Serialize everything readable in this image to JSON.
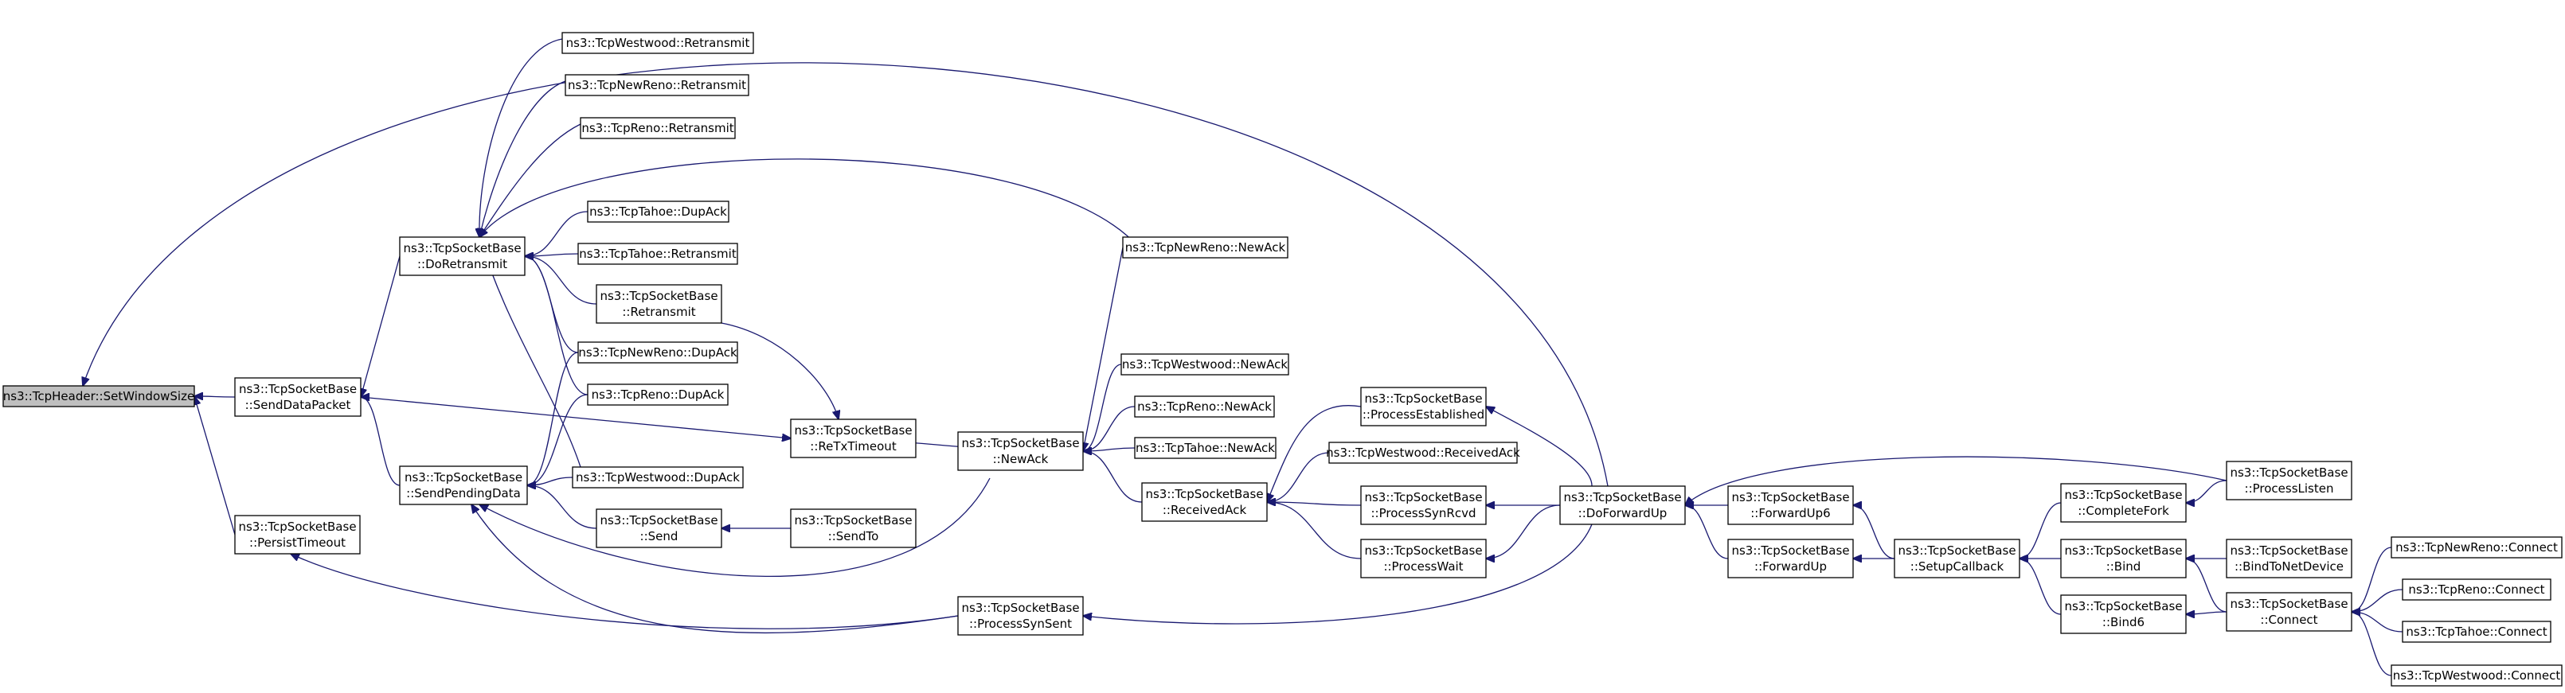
{
  "diagram": {
    "type": "caller-graph",
    "root": "n0",
    "edge_color": "#191970",
    "root_fill": "#bfbfbf",
    "nodes": [
      {
        "id": "n0",
        "lines": [
          "ns3::TcpHeader::SetWindowSize"
        ],
        "root": true
      },
      {
        "id": "n1",
        "lines": [
          "ns3::TcpSocketBase",
          "::SendDataPacket"
        ]
      },
      {
        "id": "n2",
        "lines": [
          "ns3::TcpSocketBase",
          "::PersistTimeout"
        ]
      },
      {
        "id": "n3",
        "lines": [
          "ns3::TcpSocketBase",
          "::DoRetransmit"
        ]
      },
      {
        "id": "n4",
        "lines": [
          "ns3::TcpSocketBase",
          "::SendPendingData"
        ]
      },
      {
        "id": "n5",
        "lines": [
          "ns3::TcpWestwood::Retransmit"
        ]
      },
      {
        "id": "n6",
        "lines": [
          "ns3::TcpNewReno::Retransmit"
        ]
      },
      {
        "id": "n7",
        "lines": [
          "ns3::TcpReno::Retransmit"
        ]
      },
      {
        "id": "n8",
        "lines": [
          "ns3::TcpTahoe::DupAck"
        ]
      },
      {
        "id": "n9",
        "lines": [
          "ns3::TcpTahoe::Retransmit"
        ]
      },
      {
        "id": "n10",
        "lines": [
          "ns3::TcpSocketBase",
          "::Retransmit"
        ]
      },
      {
        "id": "n11",
        "lines": [
          "ns3::TcpNewReno::DupAck"
        ]
      },
      {
        "id": "n12",
        "lines": [
          "ns3::TcpReno::DupAck"
        ]
      },
      {
        "id": "n13",
        "lines": [
          "ns3::TcpWestwood::DupAck"
        ]
      },
      {
        "id": "n14",
        "lines": [
          "ns3::TcpSocketBase",
          "::Send"
        ]
      },
      {
        "id": "n15",
        "lines": [
          "ns3::TcpSocketBase",
          "::SendTo"
        ]
      },
      {
        "id": "n16",
        "lines": [
          "ns3::TcpSocketBase",
          "::ReTxTimeout"
        ]
      },
      {
        "id": "n17",
        "lines": [
          "ns3::TcpSocketBase",
          "::NewAck"
        ]
      },
      {
        "id": "n18",
        "lines": [
          "ns3::TcpNewReno::NewAck"
        ]
      },
      {
        "id": "n19",
        "lines": [
          "ns3::TcpWestwood::NewAck"
        ]
      },
      {
        "id": "n20",
        "lines": [
          "ns3::TcpReno::NewAck"
        ]
      },
      {
        "id": "n21",
        "lines": [
          "ns3::TcpTahoe::NewAck"
        ]
      },
      {
        "id": "n22",
        "lines": [
          "ns3::TcpSocketBase",
          "::ReceivedAck"
        ]
      },
      {
        "id": "n23",
        "lines": [
          "ns3::TcpSocketBase",
          "::ProcessSynSent"
        ]
      },
      {
        "id": "n24",
        "lines": [
          "ns3::TcpSocketBase",
          "::ProcessEstablished"
        ]
      },
      {
        "id": "n25",
        "lines": [
          "ns3::TcpWestwood::ReceivedAck"
        ]
      },
      {
        "id": "n26",
        "lines": [
          "ns3::TcpSocketBase",
          "::ProcessSynRcvd"
        ]
      },
      {
        "id": "n27",
        "lines": [
          "ns3::TcpSocketBase",
          "::ProcessWait"
        ]
      },
      {
        "id": "n28",
        "lines": [
          "ns3::TcpSocketBase",
          "::DoForwardUp"
        ]
      },
      {
        "id": "n29",
        "lines": [
          "ns3::TcpSocketBase",
          "::ForwardUp6"
        ]
      },
      {
        "id": "n30",
        "lines": [
          "ns3::TcpSocketBase",
          "::ForwardUp"
        ]
      },
      {
        "id": "n31",
        "lines": [
          "ns3::TcpSocketBase",
          "::SetupCallback"
        ]
      },
      {
        "id": "n32",
        "lines": [
          "ns3::TcpSocketBase",
          "::CompleteFork"
        ]
      },
      {
        "id": "n33",
        "lines": [
          "ns3::TcpSocketBase",
          "::Bind"
        ]
      },
      {
        "id": "n34",
        "lines": [
          "ns3::TcpSocketBase",
          "::Bind6"
        ]
      },
      {
        "id": "n35",
        "lines": [
          "ns3::TcpSocketBase",
          "::ProcessListen"
        ]
      },
      {
        "id": "n36",
        "lines": [
          "ns3::TcpSocketBase",
          "::BindToNetDevice"
        ]
      },
      {
        "id": "n37",
        "lines": [
          "ns3::TcpSocketBase",
          "::Connect"
        ]
      },
      {
        "id": "n38",
        "lines": [
          "ns3::TcpNewReno::Connect"
        ]
      },
      {
        "id": "n39",
        "lines": [
          "ns3::TcpReno::Connect"
        ]
      },
      {
        "id": "n40",
        "lines": [
          "ns3::TcpTahoe::Connect"
        ]
      },
      {
        "id": "n41",
        "lines": [
          "ns3::TcpWestwood::Connect"
        ]
      }
    ],
    "edges": [
      {
        "from": "n1",
        "to": "n0"
      },
      {
        "from": "n2",
        "to": "n0"
      },
      {
        "from": "n28",
        "to": "n0"
      },
      {
        "from": "n3",
        "to": "n1"
      },
      {
        "from": "n4",
        "to": "n1"
      },
      {
        "from": "n5",
        "to": "n3"
      },
      {
        "from": "n6",
        "to": "n3"
      },
      {
        "from": "n7",
        "to": "n3"
      },
      {
        "from": "n8",
        "to": "n3"
      },
      {
        "from": "n9",
        "to": "n3"
      },
      {
        "from": "n10",
        "to": "n3"
      },
      {
        "from": "n11",
        "to": "n3"
      },
      {
        "from": "n12",
        "to": "n3"
      },
      {
        "from": "n13",
        "to": "n3"
      },
      {
        "from": "n18",
        "to": "n3"
      },
      {
        "from": "n11",
        "to": "n4"
      },
      {
        "from": "n12",
        "to": "n4"
      },
      {
        "from": "n13",
        "to": "n4"
      },
      {
        "from": "n14",
        "to": "n4"
      },
      {
        "from": "n17",
        "to": "n4"
      },
      {
        "from": "n23",
        "to": "n4"
      },
      {
        "from": "n15",
        "to": "n14"
      },
      {
        "from": "n1",
        "to": "n16"
      },
      {
        "from": "n10",
        "to": "n16"
      },
      {
        "from": "n16",
        "to": "n17"
      },
      {
        "from": "n18",
        "to": "n17"
      },
      {
        "from": "n19",
        "to": "n17"
      },
      {
        "from": "n20",
        "to": "n17"
      },
      {
        "from": "n21",
        "to": "n17"
      },
      {
        "from": "n22",
        "to": "n17"
      },
      {
        "from": "n23",
        "to": "n2"
      },
      {
        "from": "n24",
        "to": "n22"
      },
      {
        "from": "n25",
        "to": "n22"
      },
      {
        "from": "n26",
        "to": "n22"
      },
      {
        "from": "n27",
        "to": "n22"
      },
      {
        "from": "n28",
        "to": "n24"
      },
      {
        "from": "n28",
        "to": "n26"
      },
      {
        "from": "n28",
        "to": "n27"
      },
      {
        "from": "n28",
        "to": "n23"
      },
      {
        "from": "n29",
        "to": "n28"
      },
      {
        "from": "n30",
        "to": "n28"
      },
      {
        "from": "n35",
        "to": "n28"
      },
      {
        "from": "n31",
        "to": "n29"
      },
      {
        "from": "n31",
        "to": "n30"
      },
      {
        "from": "n32",
        "to": "n31"
      },
      {
        "from": "n33",
        "to": "n31"
      },
      {
        "from": "n34",
        "to": "n31"
      },
      {
        "from": "n35",
        "to": "n32"
      },
      {
        "from": "n36",
        "to": "n33"
      },
      {
        "from": "n37",
        "to": "n33"
      },
      {
        "from": "n37",
        "to": "n34"
      },
      {
        "from": "n38",
        "to": "n37"
      },
      {
        "from": "n39",
        "to": "n37"
      },
      {
        "from": "n40",
        "to": "n37"
      },
      {
        "from": "n41",
        "to": "n37"
      }
    ]
  }
}
